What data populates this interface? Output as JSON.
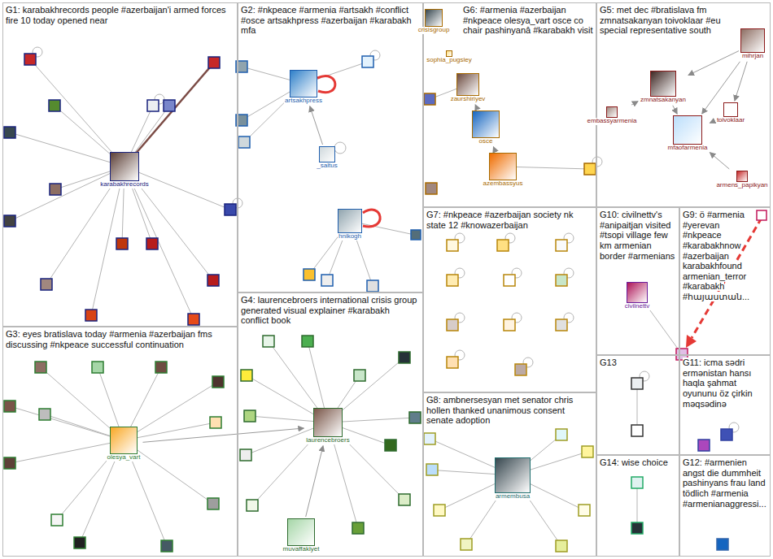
{
  "diagram": {
    "nodes": [
      {
        "text": [
          "G1: karabakhrecords people #azerbaijan'i armed forces fire 10 today opened near"
        ]
      },
      {
        "text": [
          "karabakhrecords"
        ],
        "in": 0
      },
      {
        "text": [
          "G2: #nkpeace #armenia #artsakh #conflict #osce artsakhpress #azerbaijan #karabakh mfa"
        ]
      },
      {
        "text": [
          "artsakhpress"
        ],
        "in": 2
      },
      {
        "text": [
          "_saltus"
        ],
        "in": 2
      },
      {
        "text": [
          "hnikogh"
        ],
        "in": 2
      },
      {
        "text": [
          "G6: #armenia #azerbaijan #nkpeace olesya_vart osce co chair pashinyanâ #karabakh visit"
        ]
      },
      {
        "text": [
          "crisisgroup"
        ],
        "in": 6
      },
      {
        "text": [
          "sophia_pugsley"
        ],
        "in": 6
      },
      {
        "text": [
          "zaurshiriyev"
        ],
        "in": 6
      },
      {
        "text": [
          "osce"
        ],
        "in": 6
      },
      {
        "text": [
          "azembassyus"
        ],
        "in": 6
      },
      {
        "text": [
          "G5: met dec #bratislava fm zmnatsakanyan toivoklaar #eu special representative south"
        ]
      },
      {
        "text": [
          "mihrjan"
        ],
        "in": 12
      },
      {
        "text": [
          "zmnatsakanyan"
        ],
        "in": 12
      },
      {
        "text": [
          "embassyarmenia"
        ],
        "in": 12
      },
      {
        "text": [
          "toivoklaar"
        ],
        "in": 12
      },
      {
        "text": [
          "mfaofarmenia"
        ],
        "in": 12
      },
      {
        "text": [
          "armens_papikyan"
        ],
        "in": 12
      },
      {
        "text": [
          "G7: #nkpeace #azerbaijan society nk state 12 #knowazerbaijan"
        ]
      },
      {
        "text": [
          "G10: civilnettv's #anipaitjan visited #tsopi village few km armenian border #armenians"
        ]
      },
      {
        "text": [
          "civilnettv"
        ],
        "in": 20
      },
      {
        "text": [
          "G9: ö #armenia #yerevan #nkpeace #karabakhnow #azerbaijan karabakhfound armenian_terror #karabakh #հայաստան..."
        ]
      },
      {
        "text": [
          "G3: eyes bratislava today #armenia #azerbaijan fms discussing #nkpeace successful continuation"
        ]
      },
      {
        "text": [
          "olesya_vart"
        ],
        "in": 23
      },
      {
        "text": [
          "G4: laurencebroers international crisis group generated visual explainer #karabakh conflict book"
        ]
      },
      {
        "text": [
          "laurencebroers"
        ],
        "in": 25
      },
      {
        "text": [
          "muvaffakiyet"
        ],
        "in": 25
      },
      {
        "text": [
          "G8: ambnersesyan met senator chris hollen thanked unanimous consent senate adoption"
        ]
      },
      {
        "text": [
          "armembusa"
        ],
        "in": 28
      },
      {
        "text": [
          "G13"
        ]
      },
      {
        "text": [
          "G11: icma sədri ermənistan hansı haqla şahmat oyununu öz çirkin məqsədinə"
        ]
      },
      {
        "text": [
          "G14: wise choice"
        ]
      },
      {
        "text": [
          "G12: #armenien angst die dummheit pashinyans frau land tödlich #armenia #armenianaggressi..."
        ]
      }
    ],
    "edges": [
      {
        "from": 4,
        "to": 3,
        "arrow": "to"
      },
      {
        "from": 24,
        "to": 26,
        "arrow": "to"
      },
      {
        "from": 27,
        "to": 26,
        "arrow": "to"
      },
      {
        "from": 10,
        "to": 9,
        "arrow": "to"
      },
      {
        "from": 11,
        "to": 10,
        "arrow": "to"
      },
      {
        "from": 13,
        "to": 14,
        "arrow": "to"
      },
      {
        "from": 13,
        "to": 16,
        "arrow": "to"
      },
      {
        "from": 13,
        "to": 17,
        "arrow": "to"
      },
      {
        "from": 15,
        "to": 14,
        "arrow": "to"
      },
      {
        "from": 16,
        "to": 17,
        "arrow": "to"
      },
      {
        "from": 14,
        "to": 17,
        "arrow": "to"
      },
      {
        "from": 18,
        "to": 17,
        "arrow": "to"
      }
    ]
  }
}
